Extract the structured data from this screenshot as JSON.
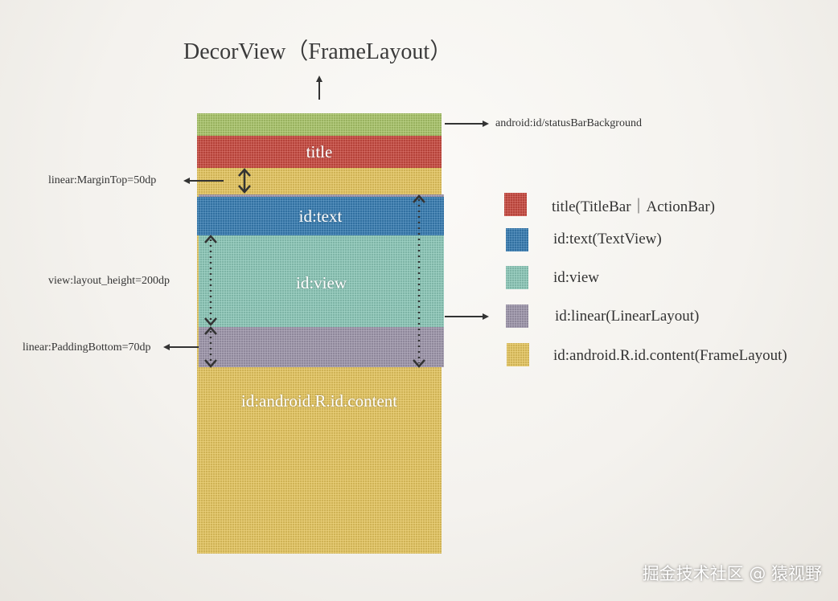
{
  "title": "DecorView（FrameLayout）",
  "boxes": {
    "status_bar": "",
    "title_bar": "title",
    "text_view": "id:text",
    "view": "id:view",
    "content": "id:android.R.id.content"
  },
  "annotations": {
    "status_bar_background": "android:id/statusBarBackground",
    "margin_top": "linear:MarginTop=50dp",
    "layout_height": "view:layout_height=200dp",
    "padding_bottom": "linear:PaddingBottom=70dp"
  },
  "legend": [
    {
      "label": "title(TitleBar｜ActionBar)",
      "color": "#c3473d"
    },
    {
      "label": "id:text(TextView)",
      "color": "#3478ad"
    },
    {
      "label": "id:view",
      "color": "#88c3b4"
    },
    {
      "label": "id:linear(LinearLayout)",
      "color": "#9a92a7"
    },
    {
      "label": "id:android.R.id.content(FrameLayout)",
      "color": "#e0c15c"
    }
  ],
  "colors": {
    "status_bar": "#a5c066",
    "title": "#c3473d",
    "text": "#3478ad",
    "view": "#88c3b4",
    "linear": "#9a92a7",
    "content": "#e0c15c",
    "arrow": "#333333"
  },
  "watermark": "掘金技术社区 @ 猿视野"
}
